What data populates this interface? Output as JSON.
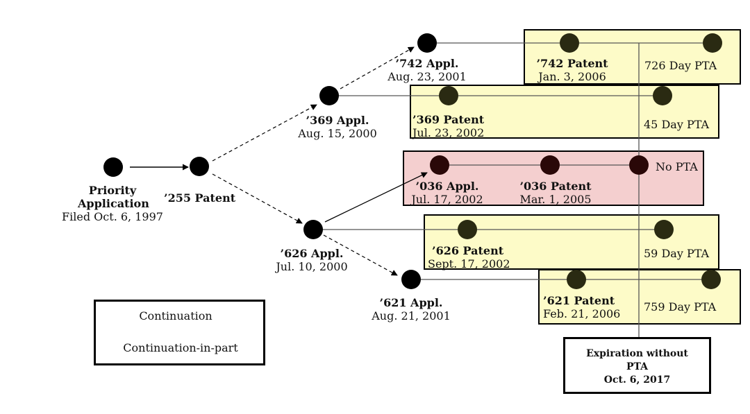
{
  "nodes": {
    "priority": {
      "title": "Priority Application",
      "date": "Filed Oct. 6, 1997"
    },
    "patent_255": {
      "title": "’255 Patent"
    },
    "appl_742": {
      "title": "’742 Appl.",
      "date": "Aug. 23, 2001"
    },
    "appl_369": {
      "title": "’369 Appl.",
      "date": "Aug. 15, 2000"
    },
    "appl_626": {
      "title": "’626 Appl.",
      "date": "Jul. 10, 2000"
    },
    "appl_621": {
      "title": "’621 Appl.",
      "date": "Aug. 21, 2001"
    },
    "appl_036": {
      "title": "’036 Appl.",
      "date": "Jul. 17, 2002"
    },
    "patent_742": {
      "title": "’742 Patent",
      "date": "Jan. 3, 2006",
      "pta": "726 Day PTA"
    },
    "patent_369": {
      "title": "’369 Patent",
      "date": "Jul. 23, 2002",
      "pta": "45 Day PTA"
    },
    "patent_036": {
      "title": "’036 Patent",
      "date": "Mar. 1, 2005",
      "pta": "No PTA"
    },
    "patent_626": {
      "title": "’626 Patent",
      "date": "Sept. 17, 2002",
      "pta": "59 Day PTA"
    },
    "patent_621": {
      "title": "’621 Patent",
      "date": "Feb. 21, 2006",
      "pta": "759 Day PTA"
    }
  },
  "legend": {
    "continuation": "Continuation",
    "cip": "Continuation-in-part"
  },
  "expiration": {
    "line1": "Expiration without",
    "line2": "PTA",
    "line3": "Oct. 6, 2017"
  },
  "colors": {
    "yellow_fill": "#fdfbc8",
    "pink_fill": "#f4cfcf",
    "node": "#000000"
  }
}
